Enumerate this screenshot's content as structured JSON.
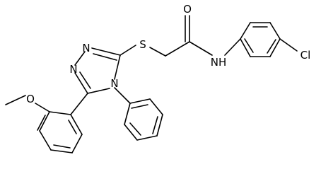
{
  "molecule": {
    "atom_labels": {
      "sulfur": "S",
      "carbonyl_oxygen": "O",
      "amide_nitrogen": "NH",
      "chlorine": "Cl",
      "triazole_n1": "N",
      "triazole_n2": "N",
      "triazole_n4": "N",
      "methoxy_oxygen": "O"
    }
  }
}
